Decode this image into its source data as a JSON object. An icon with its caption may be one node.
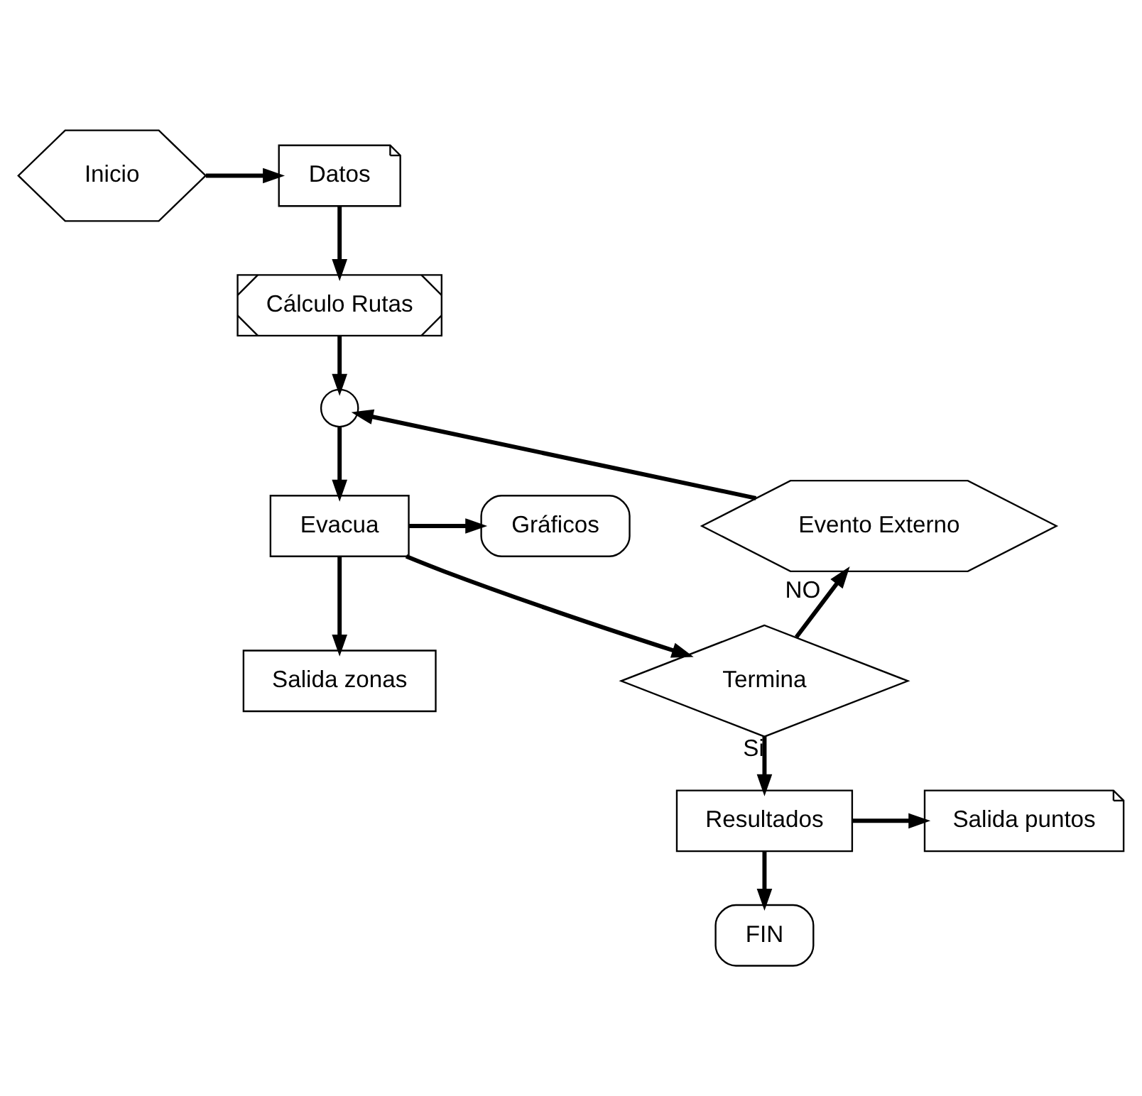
{
  "diagram": {
    "nodes": [
      {
        "text": [
          "Inicio"
        ]
      },
      {
        "text": [
          "Datos"
        ]
      },
      {
        "text": [
          "Cálculo Rutas"
        ]
      },
      {
        "text": [],
        "shape": "circle"
      },
      {
        "text": [
          "Gráficos"
        ]
      },
      {
        "text": [
          "Evacua"
        ]
      },
      {
        "text": [
          "Evento Externo"
        ]
      },
      {
        "text": [
          "Salida zonas"
        ]
      },
      {
        "text": [
          "Termina"
        ]
      },
      {
        "text": [
          "Salida puntos"
        ]
      },
      {
        "text": [
          "Resultados"
        ]
      },
      {
        "text": [
          "FIN"
        ]
      }
    ],
    "edges": [
      {
        "from": 0,
        "to": 1,
        "arrow": "to"
      },
      {
        "from": 1,
        "to": 2,
        "arrow": "to"
      },
      {
        "from": 2,
        "to": 3,
        "arrow": "to"
      },
      {
        "from": 3,
        "to": 5,
        "arrow": "to"
      },
      {
        "from": 5,
        "to": 4,
        "arrow": "to"
      },
      {
        "from": 5,
        "to": 7,
        "arrow": "to"
      },
      {
        "from": 5,
        "to": 8,
        "arrow": "to"
      },
      {
        "from": 8,
        "to": 6,
        "label": "NO",
        "arrow": "to"
      },
      {
        "from": 6,
        "to": 3,
        "arrow": "to"
      },
      {
        "from": 8,
        "to": 10,
        "label": "Si",
        "arrow": "to"
      },
      {
        "from": 10,
        "to": 9,
        "arrow": "to"
      },
      {
        "from": 10,
        "to": 11,
        "arrow": "to"
      }
    ]
  }
}
